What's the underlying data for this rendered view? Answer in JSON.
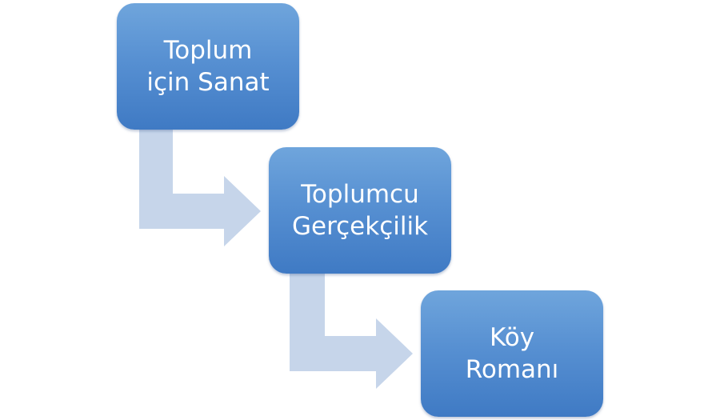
{
  "diagram": {
    "nodes": [
      {
        "line1": "Toplum",
        "line2": "için Sanat"
      },
      {
        "line1": "Toplumcu",
        "line2": "Gerçekçilik"
      },
      {
        "line1": "Köy",
        "line2": "Romanı"
      }
    ],
    "colors": {
      "box_top": "#6fa5dc",
      "box_bottom": "#3f7ac4",
      "text": "#ffffff",
      "connector": "#c6d5ea"
    },
    "connector_icon": "bent-arrow-icon"
  }
}
